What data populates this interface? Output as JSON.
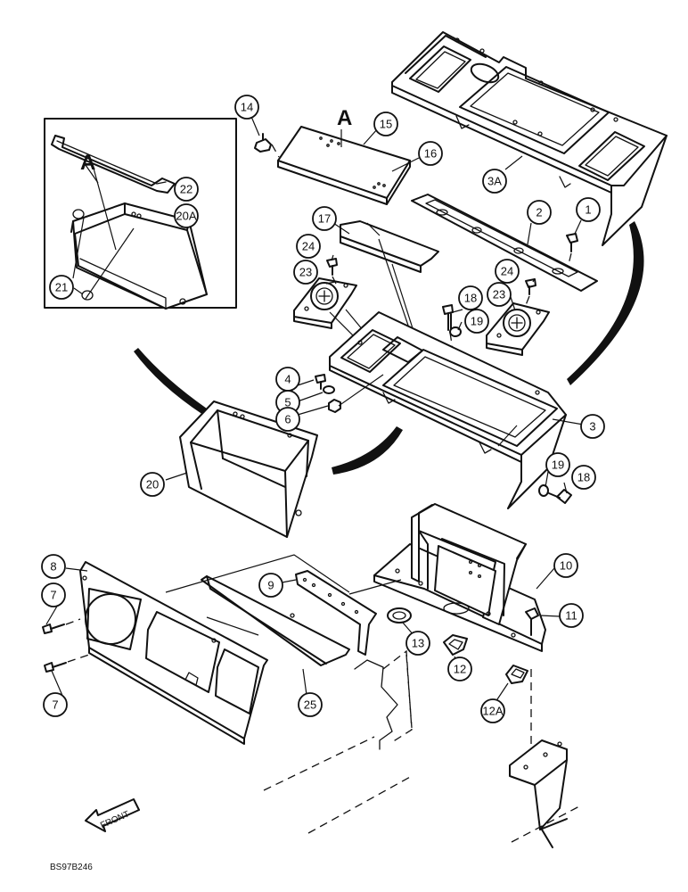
{
  "diagram": {
    "callouts": [
      {
        "id": "c1",
        "label": "1"
      },
      {
        "id": "c2",
        "label": "2"
      },
      {
        "id": "c3",
        "label": "3"
      },
      {
        "id": "c3a",
        "label": "3A"
      },
      {
        "id": "c4",
        "label": "4"
      },
      {
        "id": "c5",
        "label": "5"
      },
      {
        "id": "c6",
        "label": "6"
      },
      {
        "id": "c7a",
        "label": "7"
      },
      {
        "id": "c7b",
        "label": "7"
      },
      {
        "id": "c8",
        "label": "8"
      },
      {
        "id": "c9",
        "label": "9"
      },
      {
        "id": "c10",
        "label": "10"
      },
      {
        "id": "c11",
        "label": "11"
      },
      {
        "id": "c12",
        "label": "12"
      },
      {
        "id": "c12a",
        "label": "12A"
      },
      {
        "id": "c13",
        "label": "13"
      },
      {
        "id": "c14",
        "label": "14"
      },
      {
        "id": "c15",
        "label": "15"
      },
      {
        "id": "c16",
        "label": "16"
      },
      {
        "id": "c17",
        "label": "17"
      },
      {
        "id": "c18a",
        "label": "18"
      },
      {
        "id": "c18b",
        "label": "18"
      },
      {
        "id": "c19a",
        "label": "19"
      },
      {
        "id": "c19b",
        "label": "19"
      },
      {
        "id": "c20",
        "label": "20"
      },
      {
        "id": "c20a",
        "label": "20A"
      },
      {
        "id": "c21",
        "label": "21"
      },
      {
        "id": "c22",
        "label": "22"
      },
      {
        "id": "c23a",
        "label": "23"
      },
      {
        "id": "c23b",
        "label": "23"
      },
      {
        "id": "c24a",
        "label": "24"
      },
      {
        "id": "c24b",
        "label": "24"
      },
      {
        "id": "c25",
        "label": "25"
      }
    ],
    "section_label_inset": "A",
    "section_label_main": "A",
    "front_label": "FRONT",
    "drawing_code": "BS97B246"
  }
}
